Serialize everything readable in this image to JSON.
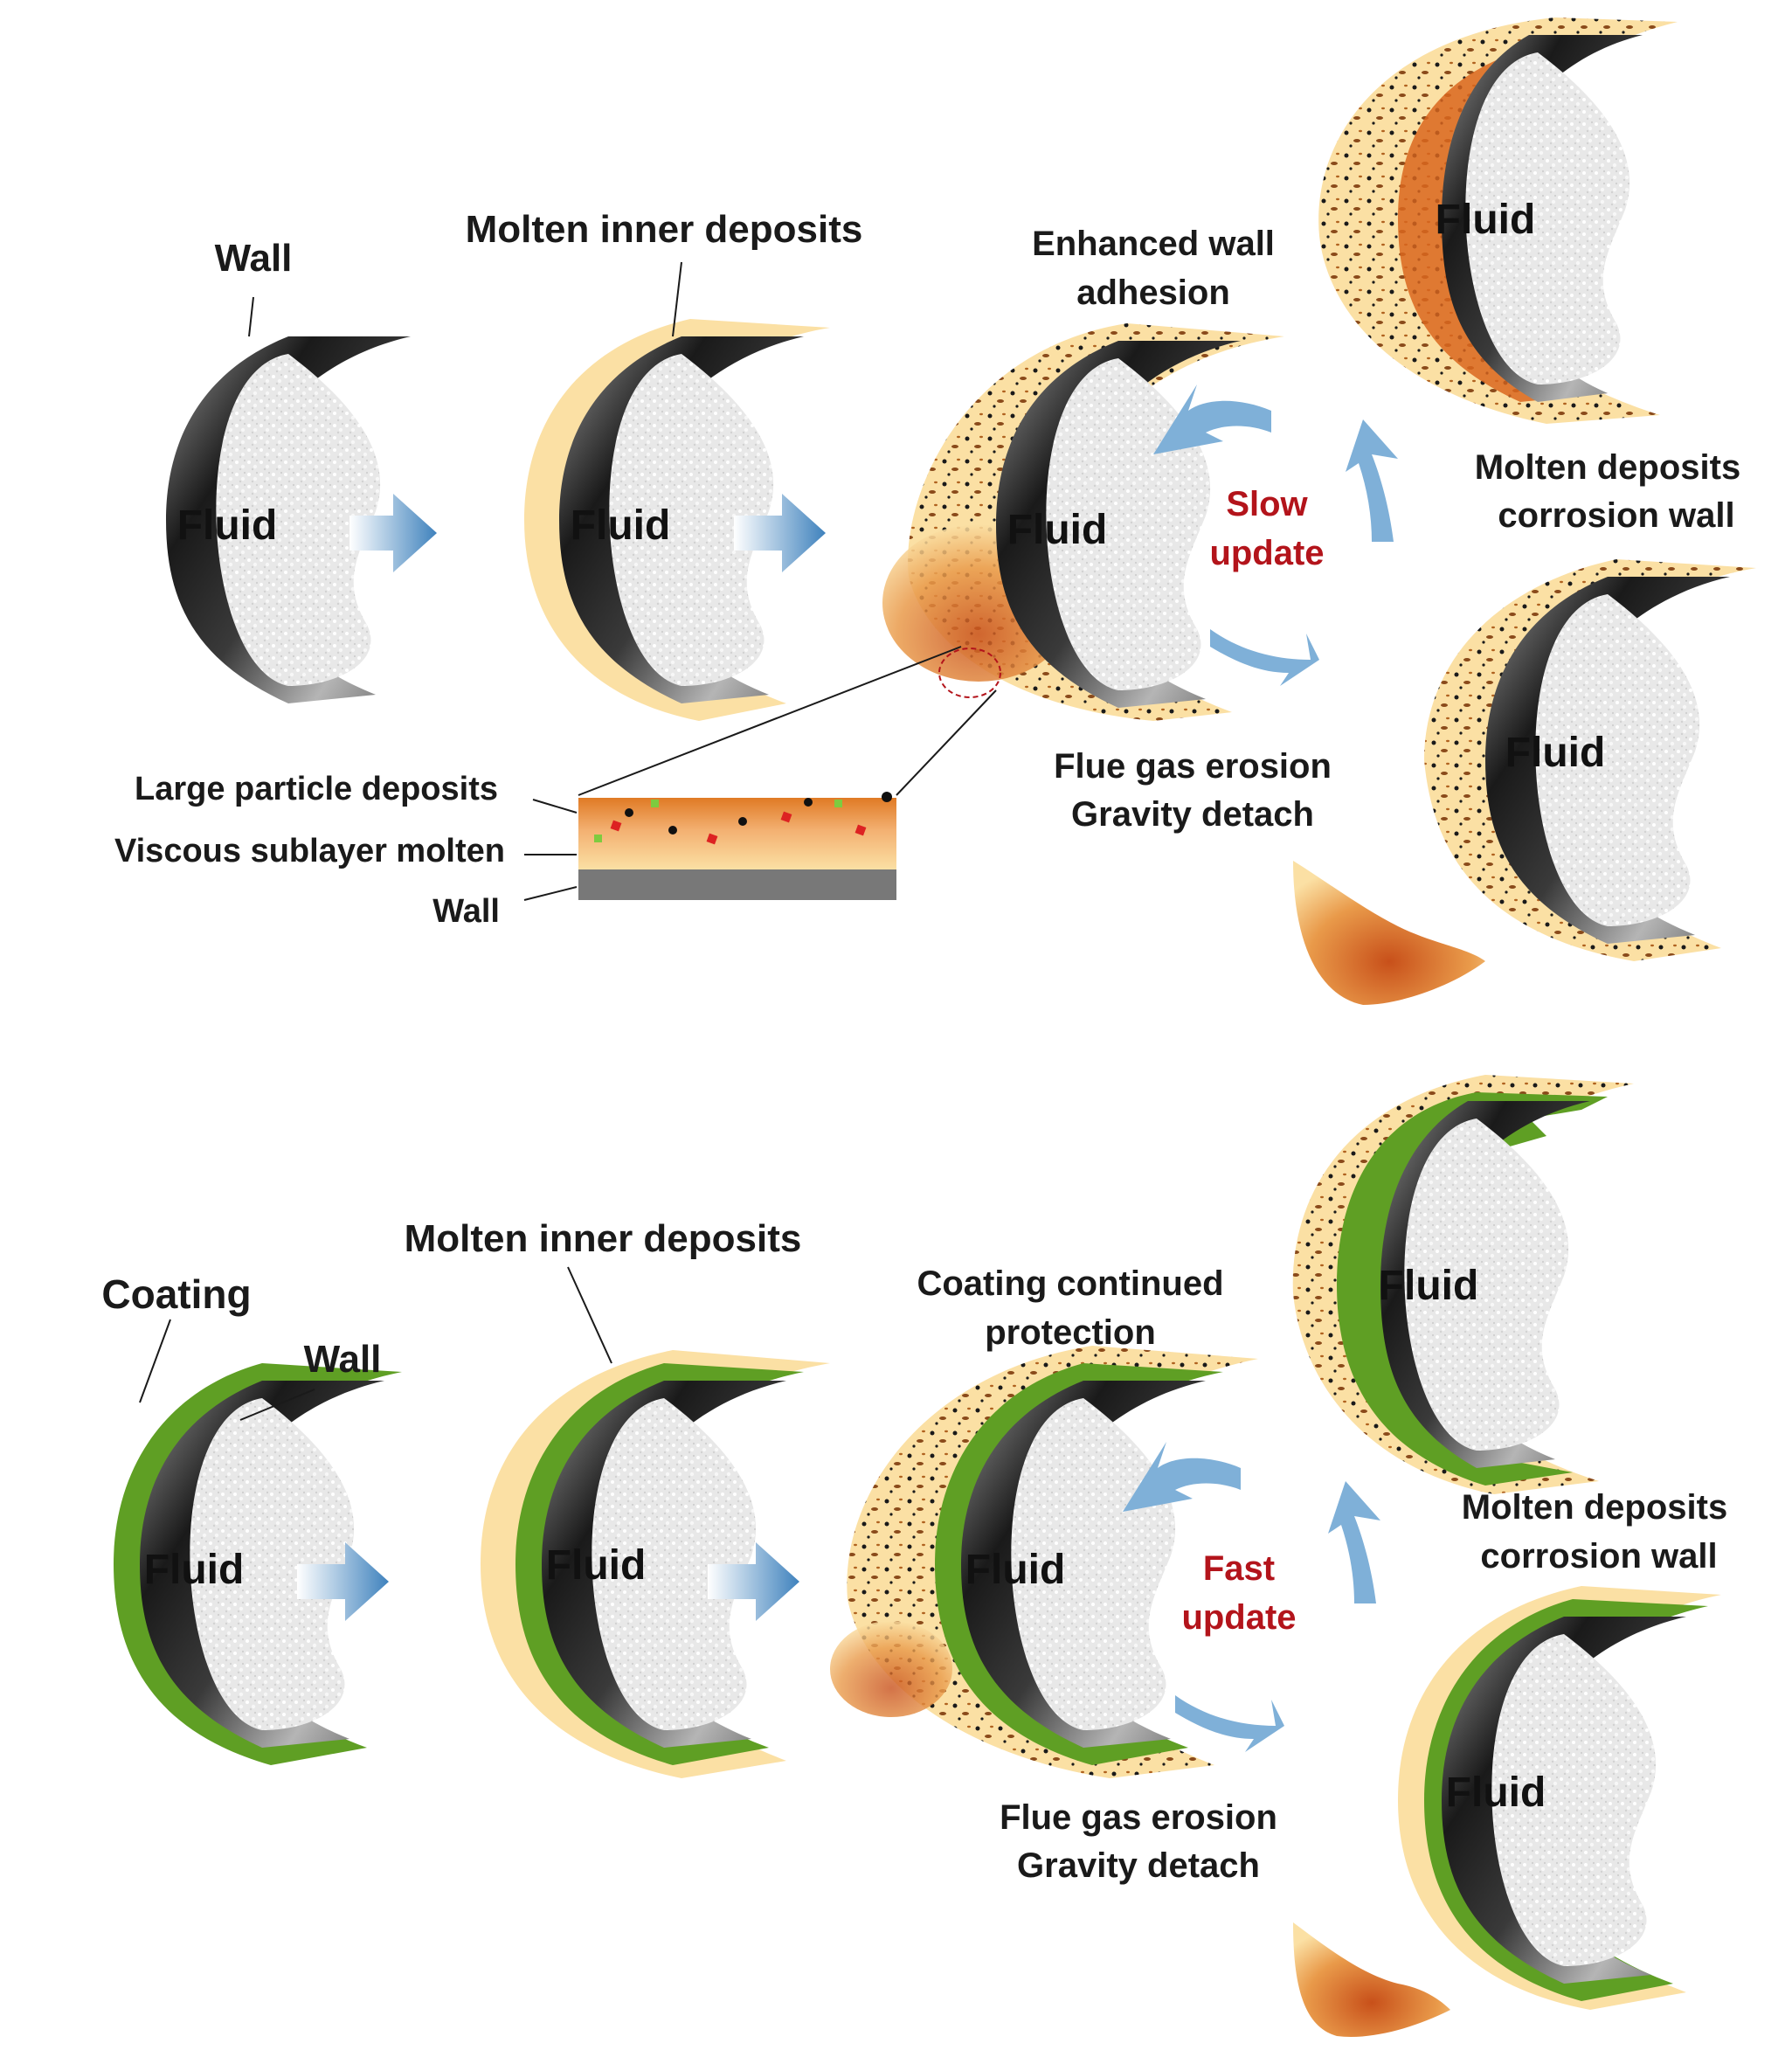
{
  "top": {
    "wall_label": "Wall",
    "molten_inner_label": "Molten inner deposits",
    "enhanced_label_1": "Enhanced wall",
    "enhanced_label_2": "adhesion",
    "update_1": "Slow",
    "update_2": "update",
    "corrosion_1": "Molten deposits",
    "corrosion_2": "corrosion wall",
    "erosion_1": "Flue gas erosion",
    "erosion_2": "Gravity detach",
    "inset_large": "Large particle deposits",
    "inset_viscous": "Viscous sublayer molten",
    "inset_wall": "Wall"
  },
  "bottom": {
    "coating_label": "Coating",
    "wall_label": "Wall",
    "molten_inner_label": "Molten inner deposits",
    "protection_1": "Coating continued",
    "protection_2": "protection",
    "update_1": "Fast",
    "update_2": "update",
    "corrosion_1": "Molten deposits",
    "corrosion_2": "corrosion wall",
    "erosion_1": "Flue gas erosion",
    "erosion_2": "Gravity detach"
  },
  "fluid_label": "Fluid",
  "colors": {
    "wall_dark": "#141414",
    "wall_light": "#d8d8d8",
    "fluid": "#e6e6e6",
    "molten": "#fbe0a4",
    "deposit": "#d9661f",
    "coating": "#5f9f24",
    "arrow": "#4f8fc4",
    "accent_red": "#b3141b"
  }
}
